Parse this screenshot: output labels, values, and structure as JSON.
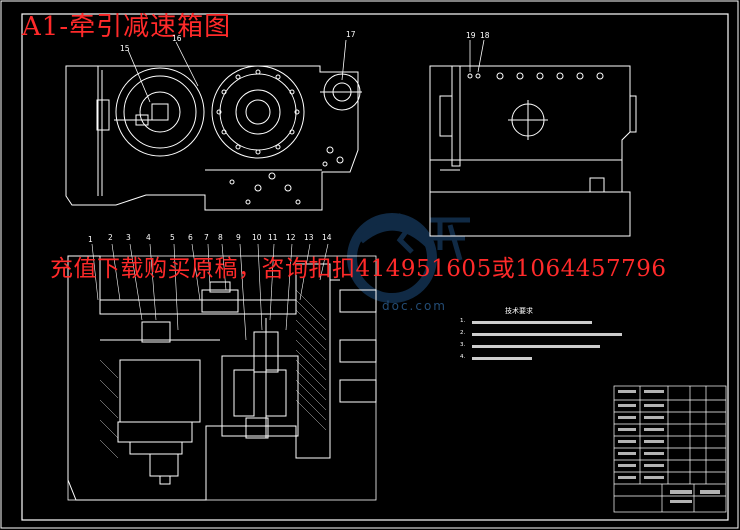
{
  "drawing": {
    "title": "A1-牵引减速箱图",
    "watermark_text": "充值下载购买原稿，咨询扣扣414951605或1064457796",
    "watermark_site": "doc.com",
    "callouts_top": [
      "15",
      "16",
      "17",
      "19",
      "18"
    ],
    "callouts_section": [
      "1",
      "2",
      "3",
      "4",
      "5",
      "6",
      "7",
      "8",
      "9",
      "10",
      "11",
      "12",
      "13",
      "14"
    ],
    "tech_requirements_title": "技术要求",
    "tech_notes": [
      "1.",
      "2.",
      "3.",
      "4."
    ]
  },
  "colors": {
    "background": "#000000",
    "line": "#ffffff",
    "title_red": "#ff2a2a",
    "watermark_blue": "#1e4e7e"
  }
}
